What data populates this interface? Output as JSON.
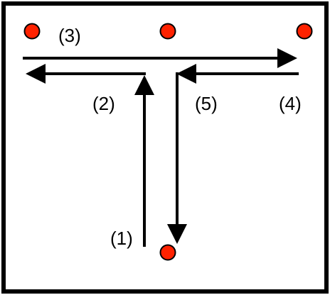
{
  "diagram": {
    "labels": {
      "step1": "(1)",
      "step2": "(2)",
      "step3": "(3)",
      "step4": "(4)",
      "step5": "(5)"
    },
    "colors": {
      "frame": "#000000",
      "arrow": "#000000",
      "node_fill": "#ff2200",
      "node_stroke": "#000000",
      "background": "#ffffff"
    }
  }
}
